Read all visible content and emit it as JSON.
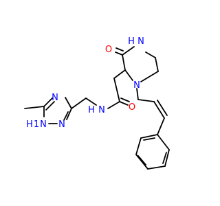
{
  "structure": {
    "colors": {
      "nitrogen": "#0000ff",
      "oxygen": "#ff0000",
      "carbon": "#000000",
      "background": "#ffffff"
    },
    "atom_labels": {
      "triazole_n_top": "N",
      "triazole_n_bottom": "N",
      "triazole_nh": "N",
      "triazole_nh_h": "H",
      "triazole_nh_prefix": "1",
      "amide_n": "N",
      "amide_n_h": "H",
      "amide_o": "O",
      "ketone_o": "O",
      "piperazine_nh": "N",
      "piperazine_nh_h": "H",
      "piperazine_n": "N"
    }
  }
}
